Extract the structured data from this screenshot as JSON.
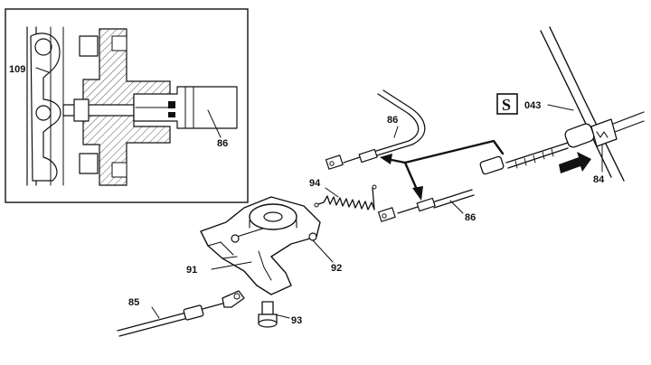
{
  "callouts": [
    {
      "id": "c109",
      "text": "109"
    },
    {
      "id": "c86a",
      "text": "86"
    },
    {
      "id": "c86b",
      "text": "86"
    },
    {
      "id": "c86c",
      "text": "86"
    },
    {
      "id": "c94",
      "text": "94"
    },
    {
      "id": "c043",
      "text": "043"
    },
    {
      "id": "c84",
      "text": "84"
    },
    {
      "id": "c91",
      "text": "91"
    },
    {
      "id": "c92",
      "text": "92"
    },
    {
      "id": "c85",
      "text": "85"
    },
    {
      "id": "c93",
      "text": "93"
    }
  ],
  "tool_symbol": "S"
}
